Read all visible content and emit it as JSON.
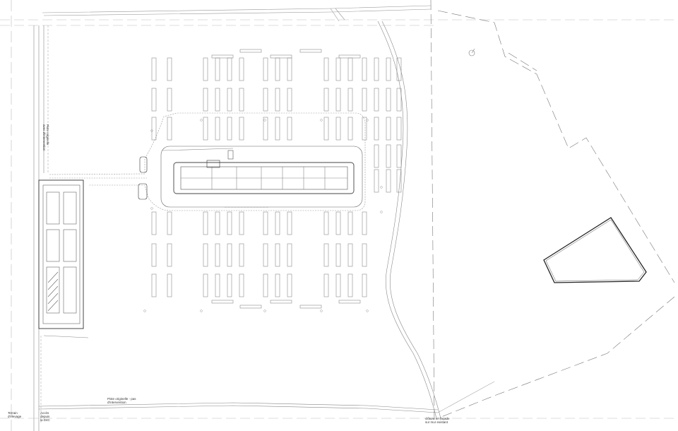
{
  "labels": {
    "piste_left_1": "Piste originelle",
    "piste_left_2": "avec d'intervention",
    "piste_bottom_1": "Piste originelle - pas",
    "piste_bottom_2": "d'intervention",
    "terrain_1": "Terrain",
    "terrain_2": "d'élevage",
    "acces_1": "Accès",
    "acces_2": "depuis",
    "acces_3": "la D4C",
    "cloture_1": "clôture en façade",
    "cloture_2": "sur mur existant",
    "center_note": "— — — — — — — — — — — — — —"
  },
  "colors": {
    "line": "#6b6b6b",
    "dark": "#2a2a2a",
    "light": "#a8a8a8"
  }
}
